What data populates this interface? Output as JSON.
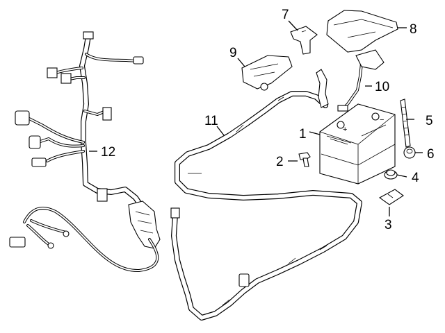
{
  "callouts": {
    "c1": "1",
    "c2": "2",
    "c3": "3",
    "c4": "4",
    "c5": "5",
    "c6": "6",
    "c7": "7",
    "c8": "8",
    "c9": "9",
    "c10": "10",
    "c11": "11",
    "c12": "12"
  },
  "battery_terminals": {
    "plus": "+",
    "minus": "−"
  }
}
